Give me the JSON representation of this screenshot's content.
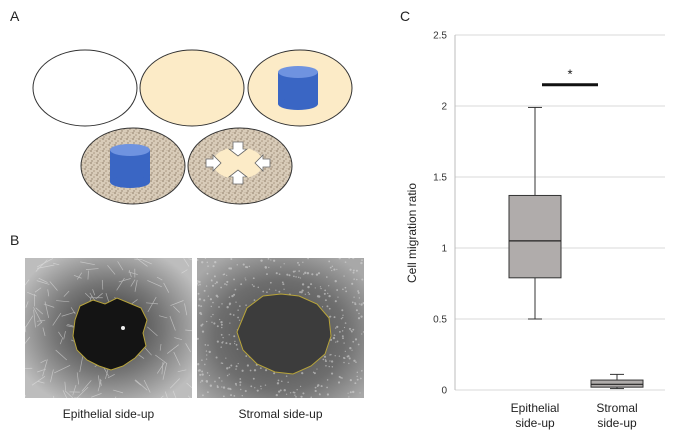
{
  "panels": {
    "a_label": "A",
    "b_label": "B",
    "c_label": "C"
  },
  "micrographs": {
    "left_caption": "Epithelial side-up",
    "right_caption": "Stromal side-up"
  },
  "colors": {
    "dish_empty": "#ffffff",
    "dish_fill": "#fcebc7",
    "cylinder": "#3a66c4",
    "texture": "#c9b9a4",
    "box_fill": "#b0acab",
    "outline": "#b8a43a"
  },
  "chart_data": {
    "type": "box",
    "ylabel": "Cell migration ratio",
    "ylim": [
      0,
      2.5
    ],
    "yticks": [
      0,
      0.5,
      1,
      1.5,
      2,
      2.5
    ],
    "ytick_labels": [
      "0",
      "0.5",
      "1",
      "1.5",
      "2",
      "2.5"
    ],
    "grid": true,
    "categories": [
      {
        "line1": "Epithelial",
        "line2": "side-up"
      },
      {
        "line1": "Stromal",
        "line2": "side-up"
      }
    ],
    "boxes": [
      {
        "min": 0.5,
        "q1": 0.79,
        "median": 1.05,
        "q3": 1.37,
        "max": 1.99
      },
      {
        "min": 0.01,
        "q1": 0.02,
        "median": 0.04,
        "q3": 0.07,
        "max": 0.11
      }
    ],
    "significance": {
      "label": "*",
      "y": 2.15
    }
  }
}
